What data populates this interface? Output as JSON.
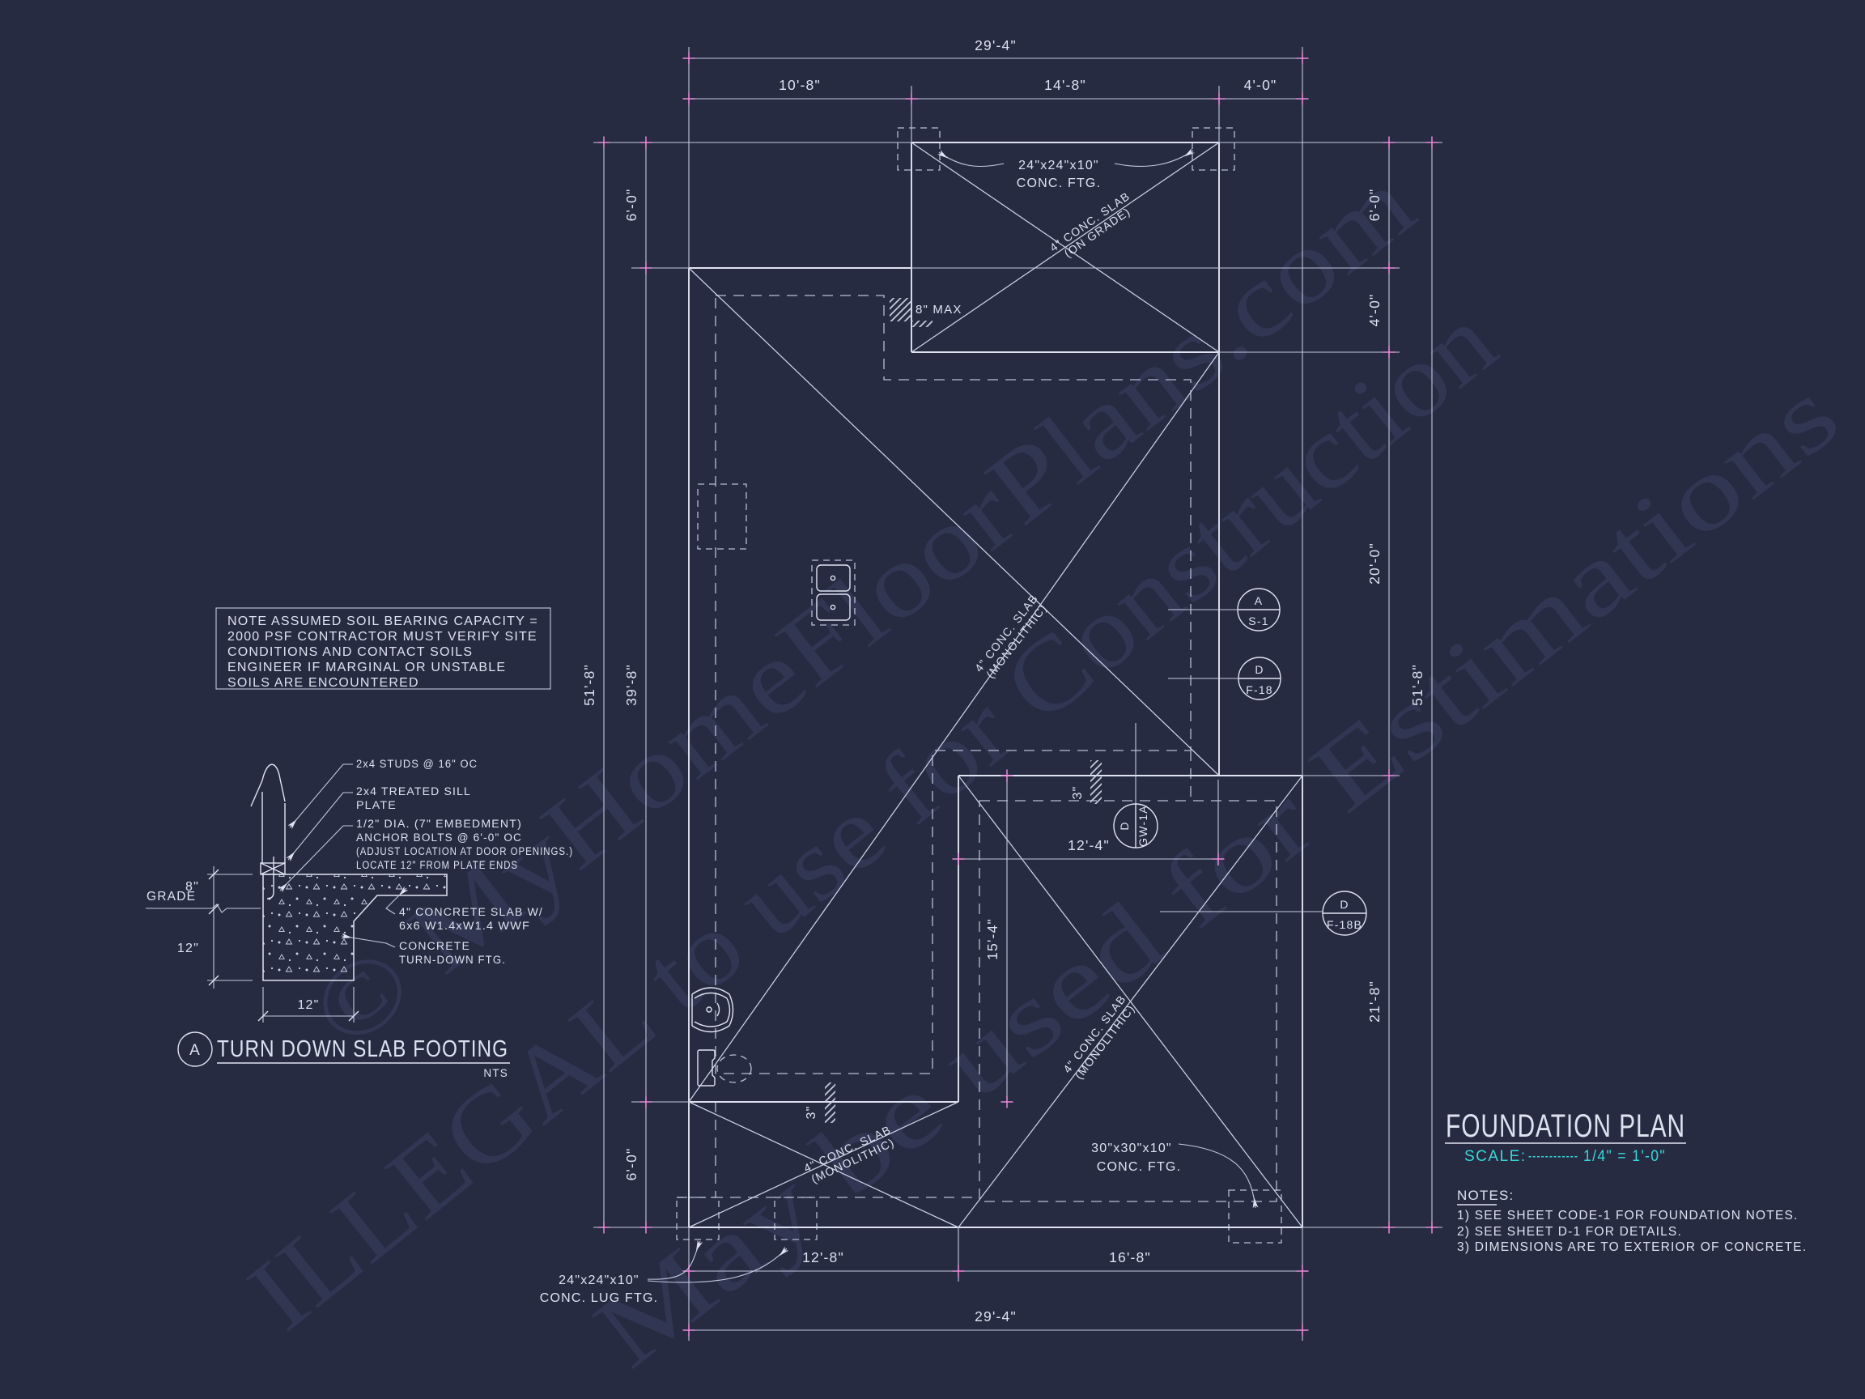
{
  "colors": {
    "background": "#262b42",
    "line": "#dfe3f1",
    "dashed_line": "#b7bed6",
    "tick_pink": "#ec86d8",
    "scale_cyan": "#38d8d8",
    "watermark": "#363d59"
  },
  "watermark": {
    "line1": "© MyHomeFloorPlans.com",
    "line2": "ILLEGAL to use for Construction",
    "line3": "May be used for Estimations"
  },
  "plan": {
    "dims": {
      "w_total": "29'-4\"",
      "w_left": "10'-8\"",
      "w_mid": "14'-8\"",
      "w_right": "4'-0\"",
      "h_total": "51'-8\"",
      "h_left_top": "6'-0\"",
      "h_left_mid": "39'-8\"",
      "h_left_bot": "6'-0\"",
      "h_right_1": "6'-0\"",
      "h_right_2": "4'-0\"",
      "h_right_3": "20'-0\"",
      "h_right_4": "21'-8\"",
      "b_left": "12'-8\"",
      "b_right": "16'-8\"",
      "b_total": "29'-4\"",
      "patio_w": "12'-4\"",
      "patio_h": "15'-4\""
    },
    "labels": {
      "ftg24_1": "24\"x24\"x10\"",
      "ftg24_2": "CONC. FTG.",
      "lug1": "24\"x24\"x10\"",
      "lug2": "CONC. LUG FTG.",
      "ftg30_1": "30\"x30\"x10\"",
      "ftg30_2": "CONC. FTG.",
      "max8": "8\" MAX",
      "step3": "3\"",
      "slab": "4\" CONC. SLAB",
      "ongrade": "(ON GRADE)",
      "mono": "(MONOLITHIC)"
    },
    "callouts": {
      "c1t": "A",
      "c1b": "S-1",
      "c2t": "D",
      "c2b": "F-18",
      "c3t": "D",
      "c3b": "GW-1A",
      "c4t": "D",
      "c4b": "F-18B"
    }
  },
  "note_box": {
    "l1": "NOTE ASSUMED SOIL BEARING CAPACITY =",
    "l2": "2000 PSF CONTRACTOR MUST VERIFY SITE",
    "l3": "CONDITIONS AND CONTACT SOILS",
    "l4": "ENGINEER IF MARGINAL OR UNSTABLE",
    "l5": "SOILS ARE ENCOUNTERED"
  },
  "detail": {
    "tag": "A",
    "title": "TURN DOWN SLAB FOOTING",
    "nts": "NTS",
    "grade": "GRADE",
    "dim8": "8\"",
    "dim12_v": "12\"",
    "dim12_w": "12\"",
    "c1": "2x4 STUDS @ 16\" OC",
    "c2a": "2x4 TREATED SILL",
    "c2b": "PLATE",
    "c3a": "1/2\" DIA. (7\" EMBEDMENT)",
    "c3b": "ANCHOR BOLTS @ 6'-0\" OC",
    "c3c": "(ADJUST LOCATION AT DOOR OPENINGS.)",
    "c3d": "LOCATE 12\" FROM PLATE ENDS",
    "c4a": "4\" CONCRETE SLAB W/",
    "c4b": "6x6 W1.4xW1.4 WWF",
    "c5a": "CONCRETE",
    "c5b": "TURN-DOWN FTG."
  },
  "title_block": {
    "title": "FOUNDATION PLAN",
    "scale_label": "SCALE:",
    "scale_dashes": "------------",
    "scale_value": "1/4\" = 1'-0\"",
    "notes_title": "NOTES:",
    "n1": "1)  SEE SHEET CODE-1 FOR FOUNDATION NOTES.",
    "n2": "2)  SEE SHEET D-1 FOR DETAILS.",
    "n3": "3)  DIMENSIONS ARE TO EXTERIOR OF CONCRETE."
  }
}
